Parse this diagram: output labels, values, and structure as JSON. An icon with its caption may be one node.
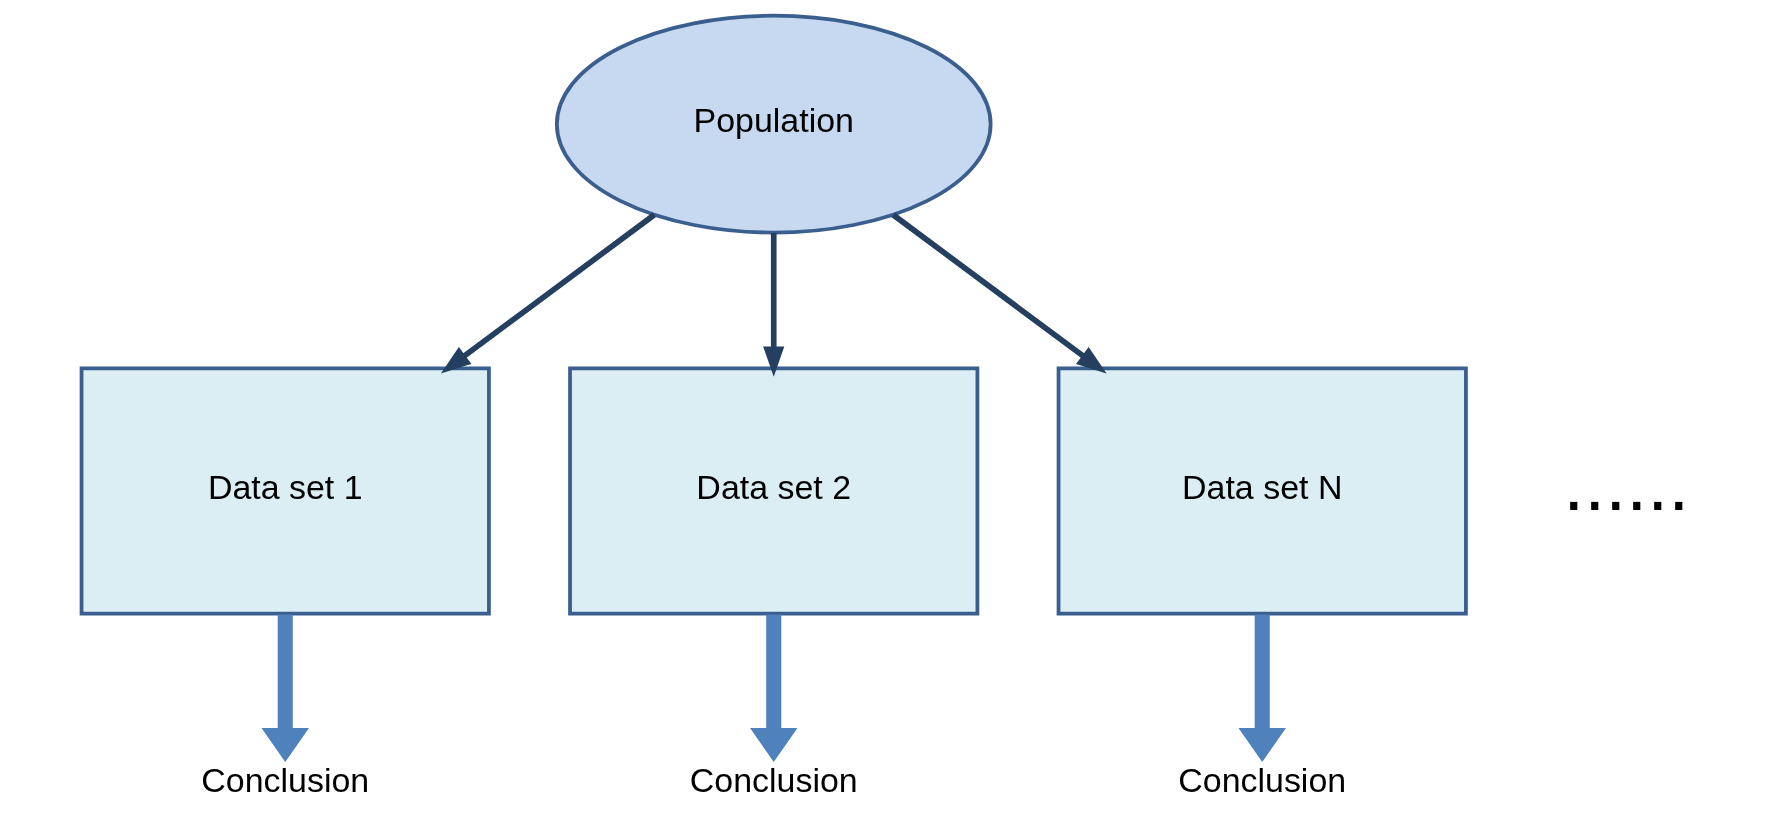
{
  "diagram": {
    "nodes": [
      {
        "text": [
          "Population"
        ]
      },
      {
        "text": [
          "Data set 1"
        ]
      },
      {
        "text": [
          "Data set 2"
        ]
      },
      {
        "text": [
          "Data set N"
        ]
      },
      {
        "text": [
          "Conclusion"
        ]
      },
      {
        "text": [
          "Conclusion"
        ]
      },
      {
        "text": [
          "Conclusion"
        ]
      }
    ],
    "edges": [
      {
        "from": 0,
        "to": 1,
        "arrow": "to"
      },
      {
        "from": 0,
        "to": 2,
        "arrow": "to"
      },
      {
        "from": 0,
        "to": 3,
        "arrow": "to"
      },
      {
        "from": 1,
        "to": 4,
        "arrow": "to",
        "style": "thick",
        "color": "#4f81bd"
      },
      {
        "from": 2,
        "to": 5,
        "arrow": "to",
        "style": "thick",
        "color": "#4f81bd"
      },
      {
        "from": 3,
        "to": 6,
        "arrow": "to",
        "style": "thick",
        "color": "#4f81bd"
      }
    ],
    "labels": [
      "......"
    ]
  }
}
